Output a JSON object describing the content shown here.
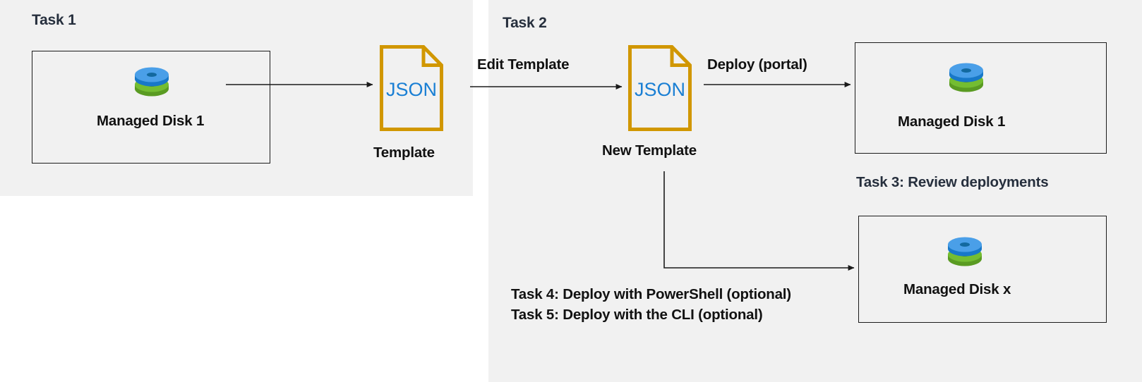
{
  "diagram": {
    "title_regions": {
      "task1": "Task 1",
      "task2": "Task 2"
    },
    "colors": {
      "panel_background": "#f1f1f1",
      "page_background": "#ffffff",
      "box_stroke": "#1b1b1b",
      "heading_text": "#262f3d",
      "body_text": "#111111",
      "json_border": "#d19700",
      "json_text": "#1a7fd4",
      "disk_blue_top": "#4a9fe8",
      "disk_blue_side": "#1878c8",
      "disk_green_top": "#74bd31",
      "disk_green_side": "#5a9b22",
      "arrow_stroke": "#1b1b1b"
    },
    "nodes": [
      {
        "id": "managed-disk-1-source",
        "label": "Managed Disk 1",
        "icon": "managed-disk-icon",
        "shape": "rectangle"
      },
      {
        "id": "template",
        "label": "Template",
        "icon": "json-document-icon",
        "icon_text": "JSON",
        "shape": "document"
      },
      {
        "id": "new-template",
        "label": "New Template",
        "icon": "json-document-icon",
        "icon_text": "JSON",
        "shape": "document"
      },
      {
        "id": "managed-disk-1-deployed",
        "label": "Managed Disk 1",
        "icon": "managed-disk-icon",
        "shape": "rectangle"
      },
      {
        "id": "managed-disk-x",
        "label": "Managed Disk x",
        "icon": "managed-disk-icon",
        "shape": "rectangle"
      }
    ],
    "edges": [
      {
        "id": "export-template",
        "from": "managed-disk-1-source",
        "to": "template",
        "label": ""
      },
      {
        "id": "edit-template",
        "from": "template",
        "to": "new-template",
        "label": "Edit Template"
      },
      {
        "id": "deploy-portal",
        "from": "new-template",
        "to": "managed-disk-1-deployed",
        "label": "Deploy (portal)"
      },
      {
        "id": "deploy-scripted",
        "from": "new-template",
        "to": "managed-disk-x",
        "label": ""
      }
    ],
    "annotations": {
      "task3": "Task 3: Review deployments",
      "task4": "Task 4: Deploy with PowerShell (optional)",
      "task5": "Task 5: Deploy with the CLI (optional)"
    },
    "json_icon_label": "JSON"
  }
}
